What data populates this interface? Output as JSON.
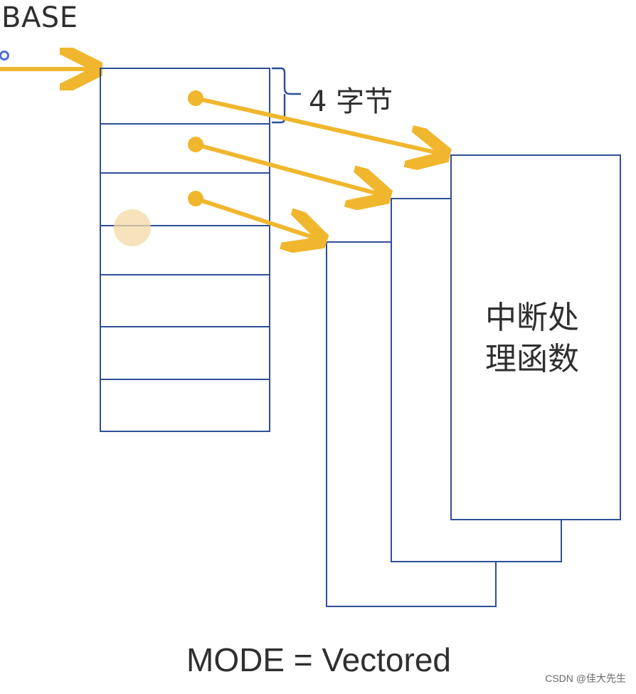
{
  "labels": {
    "base": "BASE",
    "entry_size": "4 字节",
    "handler_line1": "中断处",
    "handler_line2": "理函数",
    "mode": "MODE = Vectored"
  },
  "watermark": "CSDN @佳大先生",
  "colors": {
    "arrow": "#f0b72e",
    "table_line": "#2f4f96",
    "text": "#2f2f2f",
    "background": "#ffffff",
    "cursor_highlight": "#f3d8a4"
  }
}
